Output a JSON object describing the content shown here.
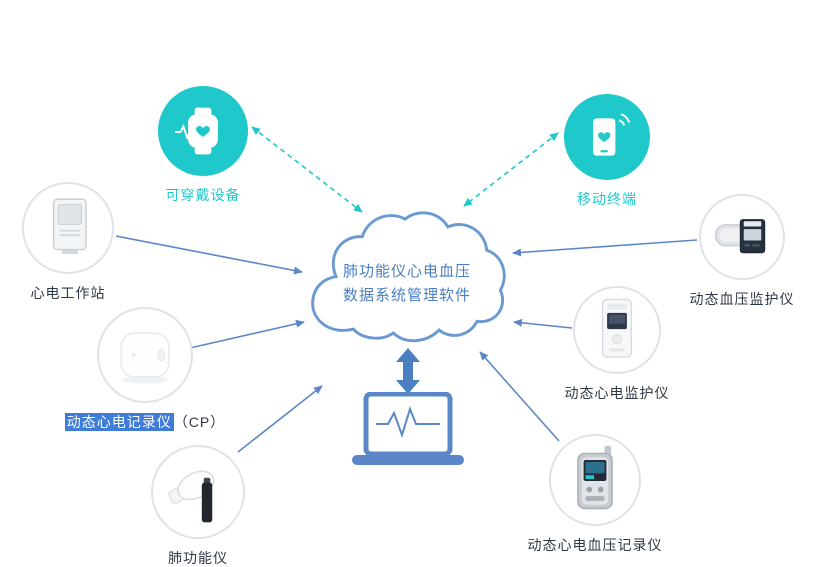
{
  "diagram": {
    "cloud": {
      "title_line1": "肺功能仪心电血压",
      "title_line2": "数据系统管理软件"
    },
    "nodes": {
      "wearable": {
        "label": "可穿戴设备"
      },
      "mobile": {
        "label": "移动终端"
      },
      "ecg_workstation": {
        "label": "心电工作站"
      },
      "holter_recorder": {
        "label_selected": "动态心电记录仪",
        "label_suffix": "（CP）"
      },
      "spirometer": {
        "label": "肺功能仪"
      },
      "bp_monitor": {
        "label": "动态血压监护仪"
      },
      "ecg_monitor": {
        "label": "动态心电监护仪"
      },
      "ecg_bp_recorder": {
        "label": "动态心电血压记录仪"
      }
    },
    "colors": {
      "teal": "#1fc8ca",
      "blue": "#5b87c8",
      "cloud_text": "#4a7fc1",
      "label_dark": "#2f3946",
      "selection_highlight": "#3f7cd8"
    }
  }
}
